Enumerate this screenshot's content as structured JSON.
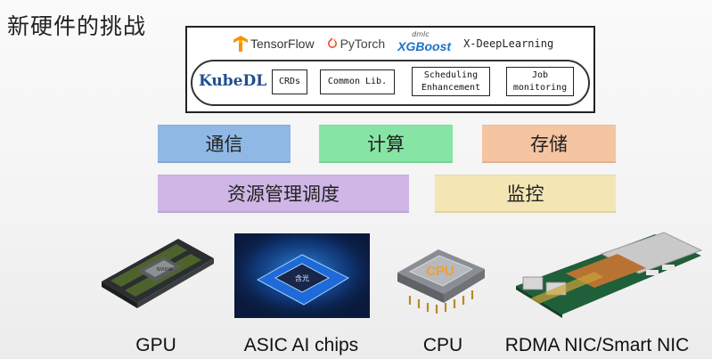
{
  "title": "新硬件的挑战",
  "frameworks": {
    "tensorflow": "TensorFlow",
    "pytorch": "PyTorch",
    "xgboost_prefix": "dmlc",
    "xgboost": "XGBoost",
    "xdl": "X-DeepLearning"
  },
  "kubedl": {
    "name": "KubeDL",
    "components": [
      {
        "line1": "CRDs",
        "line2": ""
      },
      {
        "line1": "Common Lib.",
        "line2": ""
      },
      {
        "line1": "Scheduling",
        "line2": "Enhancement"
      },
      {
        "line1": "Job",
        "line2": "monitoring"
      }
    ]
  },
  "layers": {
    "communication": "通信",
    "compute": "计算",
    "storage": "存储",
    "resource_mgmt": "资源管理调度",
    "monitoring": "监控"
  },
  "colors": {
    "communication": "#8fb8e4",
    "compute": "#86e5a4",
    "storage": "#f5c4a0",
    "resource_mgmt": "#cfb6e6",
    "monitoring": "#f3e6b4",
    "kubedl": "#1e4e8c",
    "xgboost": "#1a73c8"
  },
  "hardware": [
    {
      "label": "GPU"
    },
    {
      "label": "ASIC AI chips"
    },
    {
      "label": "CPU"
    },
    {
      "label": "RDMA NIC/Smart NIC"
    }
  ],
  "chip_labels": {
    "asic": "含光",
    "cpu": "CPU"
  }
}
